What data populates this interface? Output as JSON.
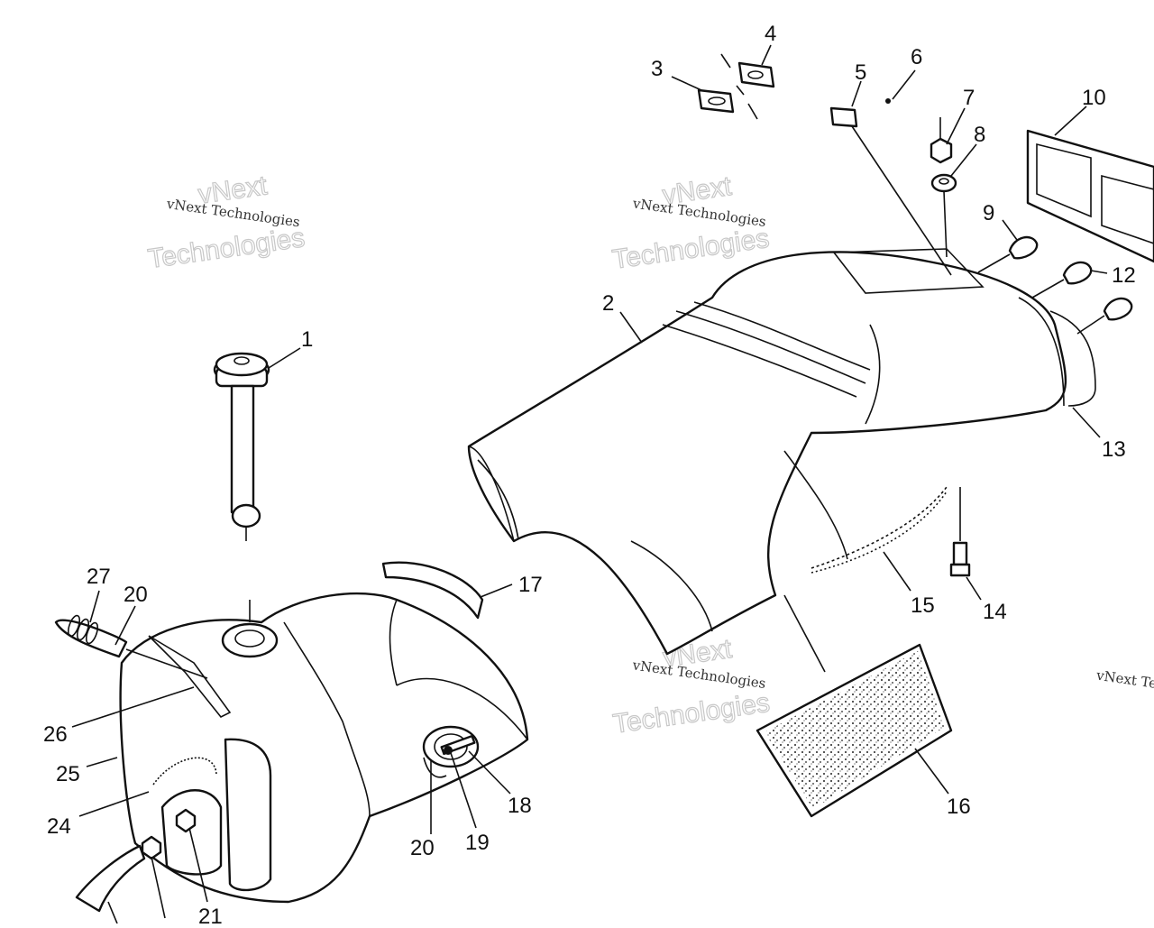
{
  "diagram": {
    "callouts": [
      "1",
      "2",
      "3",
      "4",
      "5",
      "6",
      "7",
      "8",
      "9",
      "10",
      "12",
      "13",
      "14",
      "15",
      "16",
      "17",
      "18",
      "19",
      "20",
      "20",
      "21",
      "24",
      "25",
      "26",
      "27"
    ],
    "watermark": {
      "line1": "vNext Technologies",
      "line2": "Technologies",
      "line3": "vNext"
    }
  }
}
